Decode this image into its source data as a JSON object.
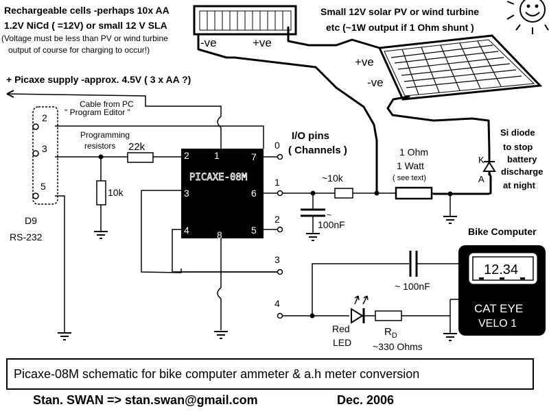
{
  "notes": {
    "line1": "Rechargeable cells -perhaps 10x AA",
    "line2": "1.2V NiCd ( =12V) or small 12 V SLA",
    "line3": "(Voltage must be less than PV or wind  turbine",
    "line4": "output of course for charging to occur!)"
  },
  "solar": {
    "line1": "Small 12V solar PV or wind turbine",
    "line2": "etc (~1W output if 1 Ohm shunt )",
    "plus": "+ve",
    "minus": "-ve"
  },
  "battery": {
    "minus": "-ve",
    "plus": "+ve"
  },
  "supply": "+ Picaxe supply -approx. 4.5V ( 3 x AA ?)",
  "cable": {
    "line1": "Cable from  PC",
    "line2": "\" Program Editor \""
  },
  "programming": {
    "line1": "Programming",
    "line2": "resistors"
  },
  "connector": {
    "name": "D9",
    "type": "RS-232",
    "pins": [
      "2",
      "3",
      "5"
    ]
  },
  "resistors": {
    "r22k": "22k",
    "r10k": "10k",
    "r10k_series": "~10k"
  },
  "chip": {
    "label": "PICAXE-08M",
    "pins": [
      "1",
      "2",
      "3",
      "4",
      "5",
      "6",
      "7",
      "8"
    ]
  },
  "io": {
    "title_line1": "I/O pins",
    "title_line2": "( Channels )",
    "channels": [
      "0",
      "1",
      "2",
      "3",
      "4"
    ]
  },
  "shunt": {
    "line1": "1 Ohm",
    "line2": "1 Watt",
    "line3": "( see text)"
  },
  "cap1": {
    "prefix": "~",
    "value": "100nF"
  },
  "cap2": "~ 100nF",
  "diode": {
    "line1": "Si diode",
    "line2": "to stop",
    "line3": "battery",
    "line4": "discharge",
    "line5": "at night",
    "k": "K",
    "a": "A"
  },
  "bike": {
    "title": "Bike Computer",
    "display": "12.34",
    "brand_line1": "CAT EYE",
    "brand_line2": "VELO 1"
  },
  "led": {
    "line1": "Red",
    "line2": "LED"
  },
  "rd": {
    "main": "R",
    "sub": "D",
    "value": "~330  Ohms"
  },
  "caption": "Picaxe-08M schematic for bike computer ammeter & a.h meter  conversion",
  "footer": {
    "author": "Stan. SWAN => stan.swan@gmail.com",
    "date": "Dec. 2006"
  }
}
